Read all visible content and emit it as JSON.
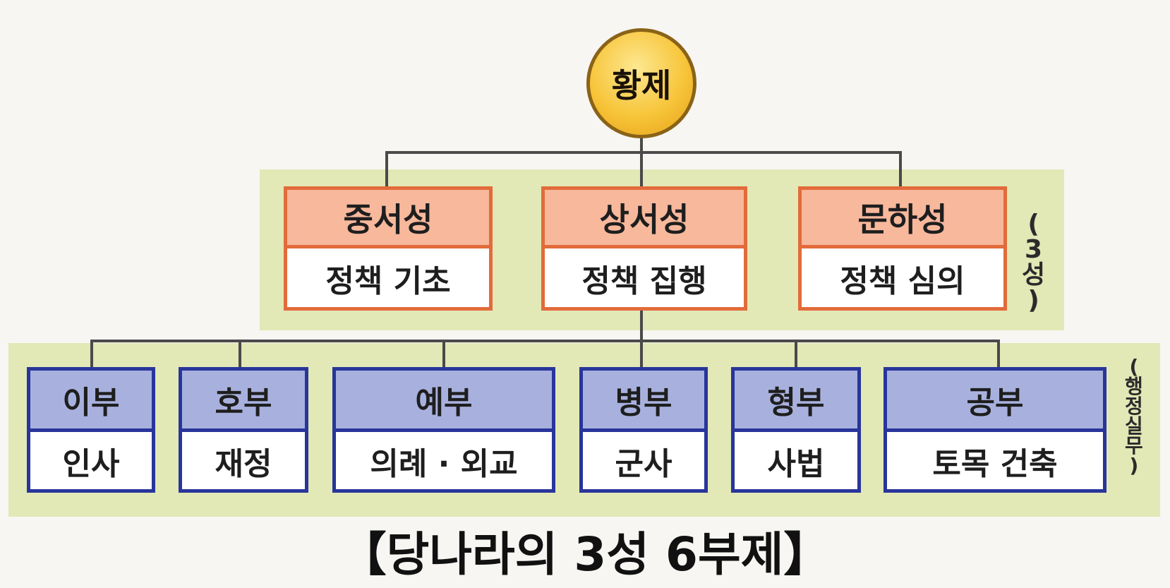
{
  "emperor": "황제",
  "sung": [
    {
      "name": "중서성",
      "role": "정책 기초"
    },
    {
      "name": "상서성",
      "role": "정책 집행"
    },
    {
      "name": "문하성",
      "role": "정책 심의"
    }
  ],
  "bu": [
    {
      "name": "이부",
      "role": "인사"
    },
    {
      "name": "호부",
      "role": "재정"
    },
    {
      "name": "예부",
      "role": "의례 · 외교"
    },
    {
      "name": "병부",
      "role": "군사"
    },
    {
      "name": "형부",
      "role": "사법"
    },
    {
      "name": "공부",
      "role": "토목 건축"
    }
  ],
  "side_labels": {
    "sung": [
      "(",
      "3",
      "성",
      ")"
    ],
    "bu": [
      "(",
      "행",
      "정",
      "실",
      "무",
      ")"
    ]
  },
  "caption": "【당나라의 3성 6부제】"
}
